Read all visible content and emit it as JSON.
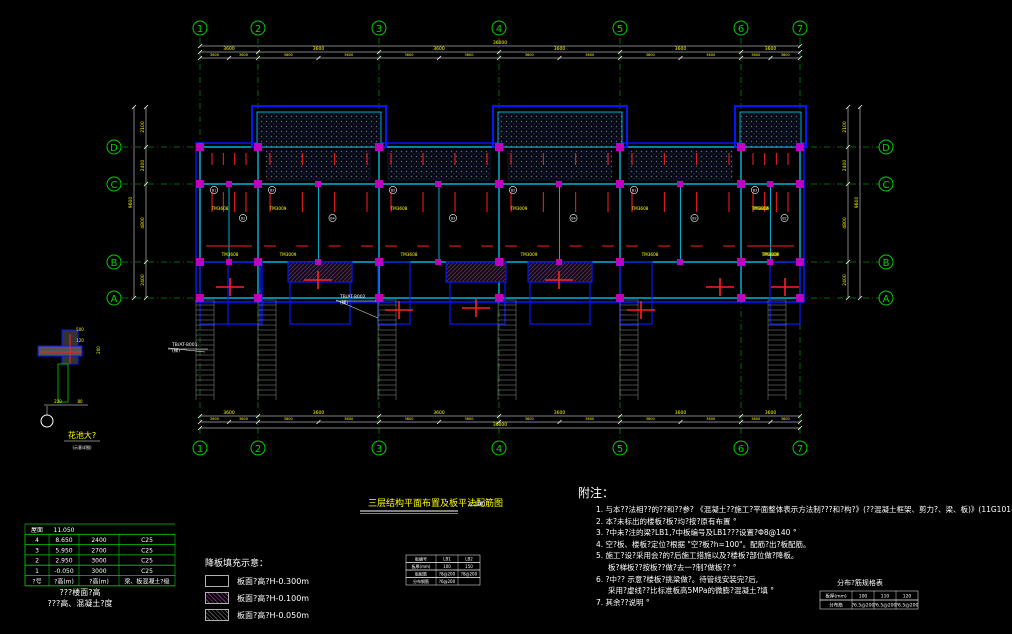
{
  "colors": {
    "background": "#000000",
    "axis": "#00d000",
    "wall": "#00d8ff",
    "slab": "#0018ff",
    "column": "#c000c0",
    "rebar": "#ff2020",
    "dim": "#ffffff",
    "text": "#ffff00",
    "table": "#00d000"
  },
  "axes_top": [
    "1",
    "2",
    "3",
    "4",
    "5",
    "6",
    "7"
  ],
  "axes_side": [
    "D",
    "C",
    "B",
    "A"
  ],
  "dims": {
    "top_bays": [
      "3600",
      "3600",
      "3600",
      "3600",
      "3600",
      "3600"
    ],
    "top_sub": [
      "3600",
      "3600",
      "3600",
      "3600",
      "3600",
      "3600",
      "3600",
      "3600",
      "3600",
      "3600",
      "3600",
      "3600"
    ],
    "overall": "36000",
    "side_left": [
      "2100",
      "2400",
      "4800",
      "2400"
    ],
    "side_right": [
      "2100",
      "2400",
      "4800",
      "2400"
    ],
    "side_left_total": "9600",
    "side_right_total": "9600"
  },
  "room_labels": [
    "TM3608",
    "TM3009",
    "TM3608",
    "TM3009",
    "TM3608",
    "TM3009",
    "TM3608"
  ],
  "slab_tags": [
    "B1",
    "B2",
    "B3",
    "B4",
    "B2",
    "B3",
    "B2",
    "B4",
    "B1",
    "B2",
    "B3",
    "B2"
  ],
  "callout_left": "TB/AT-8001\n(梯)",
  "callout_mid": "TB/AT-8002\n(梯)",
  "detail": {
    "title": "花池大?",
    "scale": "(示意详图)",
    "dims": [
      "500",
      "120",
      "200",
      "220",
      "80"
    ]
  },
  "drawing_title": {
    "text": "三层结构平面布置及板平法配筋图",
    "scale": "1:100"
  },
  "level_table": {
    "rows": [
      [
        "屋面",
        "11.050",
        "",
        ""
      ],
      [
        "4",
        "8.650",
        "2400",
        "C25"
      ],
      [
        "3",
        "5.950",
        "2700",
        "C25"
      ],
      [
        "2",
        "2.950",
        "3000",
        "C25"
      ],
      [
        "1",
        "-0.050",
        "3000",
        "C25"
      ]
    ],
    "header": [
      "?号",
      "?高(m)",
      "?高(m)",
      "梁、板混凝土?级"
    ],
    "footer1": "???楼面?高",
    "footer2": "???高、混凝土?度"
  },
  "legend": {
    "title": "降板填充示意：",
    "items": [
      "板面?高?H-0.300m",
      "板面?高?H-0.100m",
      "板面?高?H-0.050m"
    ]
  },
  "mid_table": {
    "rows": [
      [
        "板编号",
        "LB1",
        "LB2"
      ],
      [
        "板厚(mm)",
        "100",
        "150"
      ],
      [
        "板配筋",
        "?8@200",
        "?8@200"
      ],
      [
        "分布钢筋",
        "?6@200",
        ""
      ]
    ]
  },
  "notes": {
    "heading": "附注：",
    "items": [
      "1. 与本??法相??的??和??参? 《混凝土??施工?平面整体表示方法制???和?构?》(??混凝土框架、剪力?、梁、板)》(11G101-1)",
      "2. 本?未标出的楼板?板?均?按?原有布置 °",
      "3. ?中未?注的梁?LB1,?中板编号及LB1???设置?Φ8@140 °",
      "4. 空?板、楼板?定位?根据 \"空?板?h=100\"。配筋?出?板配筋。",
      "5. 施工?设?采用会?的?后施工措施以及?楼板?部位做?降板。",
      "    板?梯板??按板??做?去一?制?做板?? °",
      "6. ?中??        示意?楼板?挑梁做?。待管线安装完?后,",
      "    采用?虚线??比标准板高5MPa的微膨?混凝土?填 °",
      "7. 其余??说明 °"
    ]
  },
  "dist_table": {
    "title": "分布?筋规格表",
    "rows": [
      [
        "板厚(mm)",
        "100",
        "110",
        "120"
      ],
      [
        "分布筋",
        "?6.5@200",
        "?6.5@200",
        "?6.5@200"
      ]
    ]
  }
}
